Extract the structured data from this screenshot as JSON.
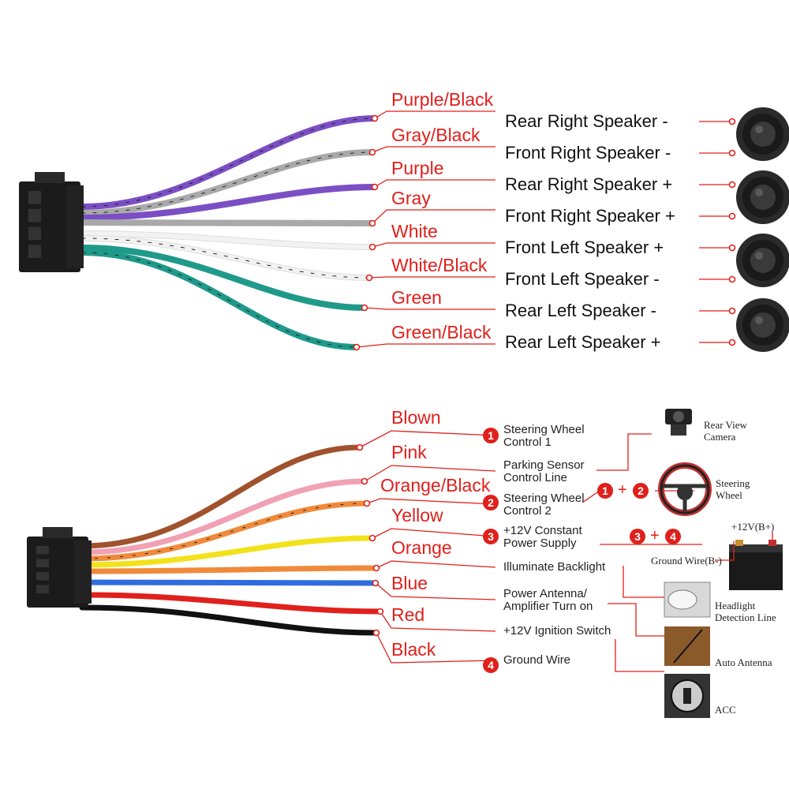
{
  "colors": {
    "accent_red": "#e0201c",
    "purple": "#7b4fc4",
    "gray": "#a9a9a9",
    "white_wire": "#f2f2f2",
    "green": "#1f9a8a",
    "brown": "#a0522d",
    "pink": "#f2a0b4",
    "orange": "#f08a3a",
    "yellow": "#f2e21c",
    "blue": "#2f6ce0",
    "red": "#e0201c",
    "black": "#111111"
  },
  "speaker_section": {
    "wires": [
      {
        "label": "Purple/Black",
        "function": "Rear Right Speaker -"
      },
      {
        "label": "Gray/Black",
        "function": "Front Right Speaker -"
      },
      {
        "label": "Purple",
        "function": "Rear Right Speaker +"
      },
      {
        "label": "Gray",
        "function": "Front Right Speaker +"
      },
      {
        "label": "White",
        "function": "Front Left Speaker +"
      },
      {
        "label": "White/Black",
        "function": "Front Left Speaker -"
      },
      {
        "label": "Green",
        "function": "Rear Left Speaker -"
      },
      {
        "label": "Green/Black",
        "function": "Rear Left Speaker +"
      }
    ],
    "speaker_icon": "tweeter-speaker-icon"
  },
  "power_section": {
    "wires": [
      {
        "label": "Blown",
        "badge": "1",
        "function_lines": [
          "Steering Wheel",
          "Control 1"
        ]
      },
      {
        "label": "Pink",
        "badge": "",
        "function_lines": [
          "Parking Sensor",
          "Control Line"
        ]
      },
      {
        "label": "Orange/Black",
        "badge": "2",
        "function_lines": [
          "Steering Wheel",
          "Control 2"
        ]
      },
      {
        "label": "Yellow",
        "badge": "3",
        "function_lines": [
          "+12V Constant",
          "Power Supply"
        ]
      },
      {
        "label": "Orange",
        "badge": "",
        "function_lines": [
          "Illuminate Backlight"
        ]
      },
      {
        "label": "Blue",
        "badge": "",
        "function_lines": [
          "Power Antenna/",
          "Amplifier Turn on"
        ]
      },
      {
        "label": "Red",
        "badge": "",
        "function_lines": [
          "+12V Ignition Switch"
        ]
      },
      {
        "label": "Black",
        "badge": "4",
        "function_lines": [
          "Ground Wire"
        ]
      }
    ],
    "combos": {
      "steering": {
        "a": "1",
        "b": "2",
        "plus": "+"
      },
      "battery": {
        "a": "3",
        "b": "4",
        "plus": "+"
      }
    },
    "devices": {
      "rear_camera": "Rear View\nCamera",
      "steering_wheel": "Steering\nWheel",
      "battery_plus": "+12V(B+)",
      "ground": "Ground Wire(B-)",
      "headlight": "Headlight\nDetection Line",
      "antenna": "Auto Antenna",
      "acc": "ACC"
    }
  }
}
